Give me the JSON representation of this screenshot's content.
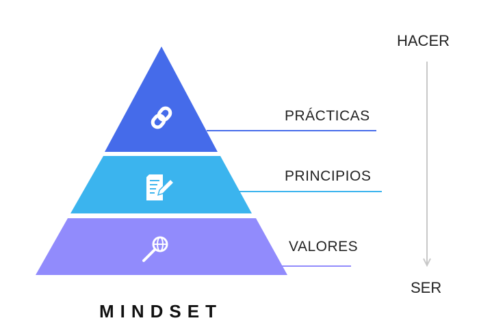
{
  "title": "MINDSET",
  "tiers": [
    {
      "label": "PRÁCTICAS",
      "icon": "link-icon",
      "color": "#456BEA"
    },
    {
      "label": "PRINCIPIOS",
      "icon": "document-edit-icon",
      "color": "#3BB4EE"
    },
    {
      "label": "VALORES",
      "icon": "globe-search-icon",
      "color": "#918BFC"
    }
  ],
  "axis": {
    "top": "HACER",
    "bottom": "SER"
  }
}
